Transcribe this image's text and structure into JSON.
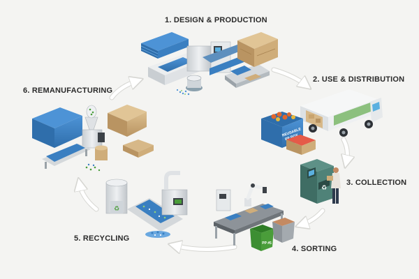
{
  "stages": [
    {
      "id": "design",
      "label": "1. DESIGN & PRODUCTION"
    },
    {
      "id": "use",
      "label": "2. USE & DISTRIBUTION"
    },
    {
      "id": "collection",
      "label": "3. COLLECTION"
    },
    {
      "id": "sorting",
      "label": "4. SORTING"
    },
    {
      "id": "recycling",
      "label": "5. RECYCLING"
    },
    {
      "id": "remanufacturing",
      "label": "6. REMANUFACTURING"
    }
  ],
  "box_print": {
    "line1": "REUSABLE",
    "line2": "PP BOX"
  },
  "bin_print": "PP #5",
  "colors": {
    "blue": "#3a7fc1",
    "kraft": "#cfad7a",
    "green": "#4a9d3a",
    "metal": "#d9dde0",
    "dark": "#3c4147",
    "truck_green": "#8cc07e"
  }
}
